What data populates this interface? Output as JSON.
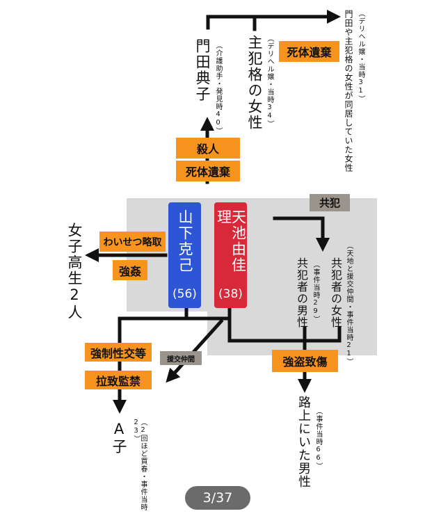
{
  "top": {
    "victim1_name": "門田典子",
    "victim1_note": "（介護助手・発見時40）",
    "victim2_name": "主犯格の女性",
    "victim2_note": "（デリヘル嬢・当時34）",
    "victim3_text": "門田や主犯格の女性が同居していた女性",
    "victim3_note": "（デリヘル嬢・当時31）",
    "label_abandon_top": "死体遺棄"
  },
  "center": {
    "label_murder": "殺人",
    "label_abandon": "死体遺棄"
  },
  "people": {
    "yamashita_name": "山下克己",
    "yamashita_age": "(56)",
    "amaike_name": "天池由佳理",
    "amaike_age": "(38)"
  },
  "accomplice": {
    "tag": "共犯",
    "female_name": "共犯者の女性",
    "female_note": "（天地と援交仲間・事件当時21）",
    "male_name": "共犯者の男性",
    "male_note": "（事件当時29）"
  },
  "left": {
    "girls_text": "女子高生2人",
    "label_indecent": "わいせつ略取",
    "label_rape": "強姦"
  },
  "bottom": {
    "label_forced": "強制性交等",
    "label_abduct": "拉致監禁",
    "tag_enko": "援交仲間",
    "victim_a_name": "A子",
    "victim_a_note": "（2回ほど買春・事件当時23）",
    "label_robbery": "強盗致傷",
    "street_man": "路上にいた男性",
    "street_note": "（事件当時66）"
  },
  "pager": {
    "text": "3/37"
  },
  "colors": {
    "orange": "#f7941d",
    "blue": "#2d55d6",
    "red": "#d8293a",
    "grey_bg": "#d9d9d9",
    "tag_grey": "#9a948c",
    "pager_bg": "#6b6b6b"
  }
}
